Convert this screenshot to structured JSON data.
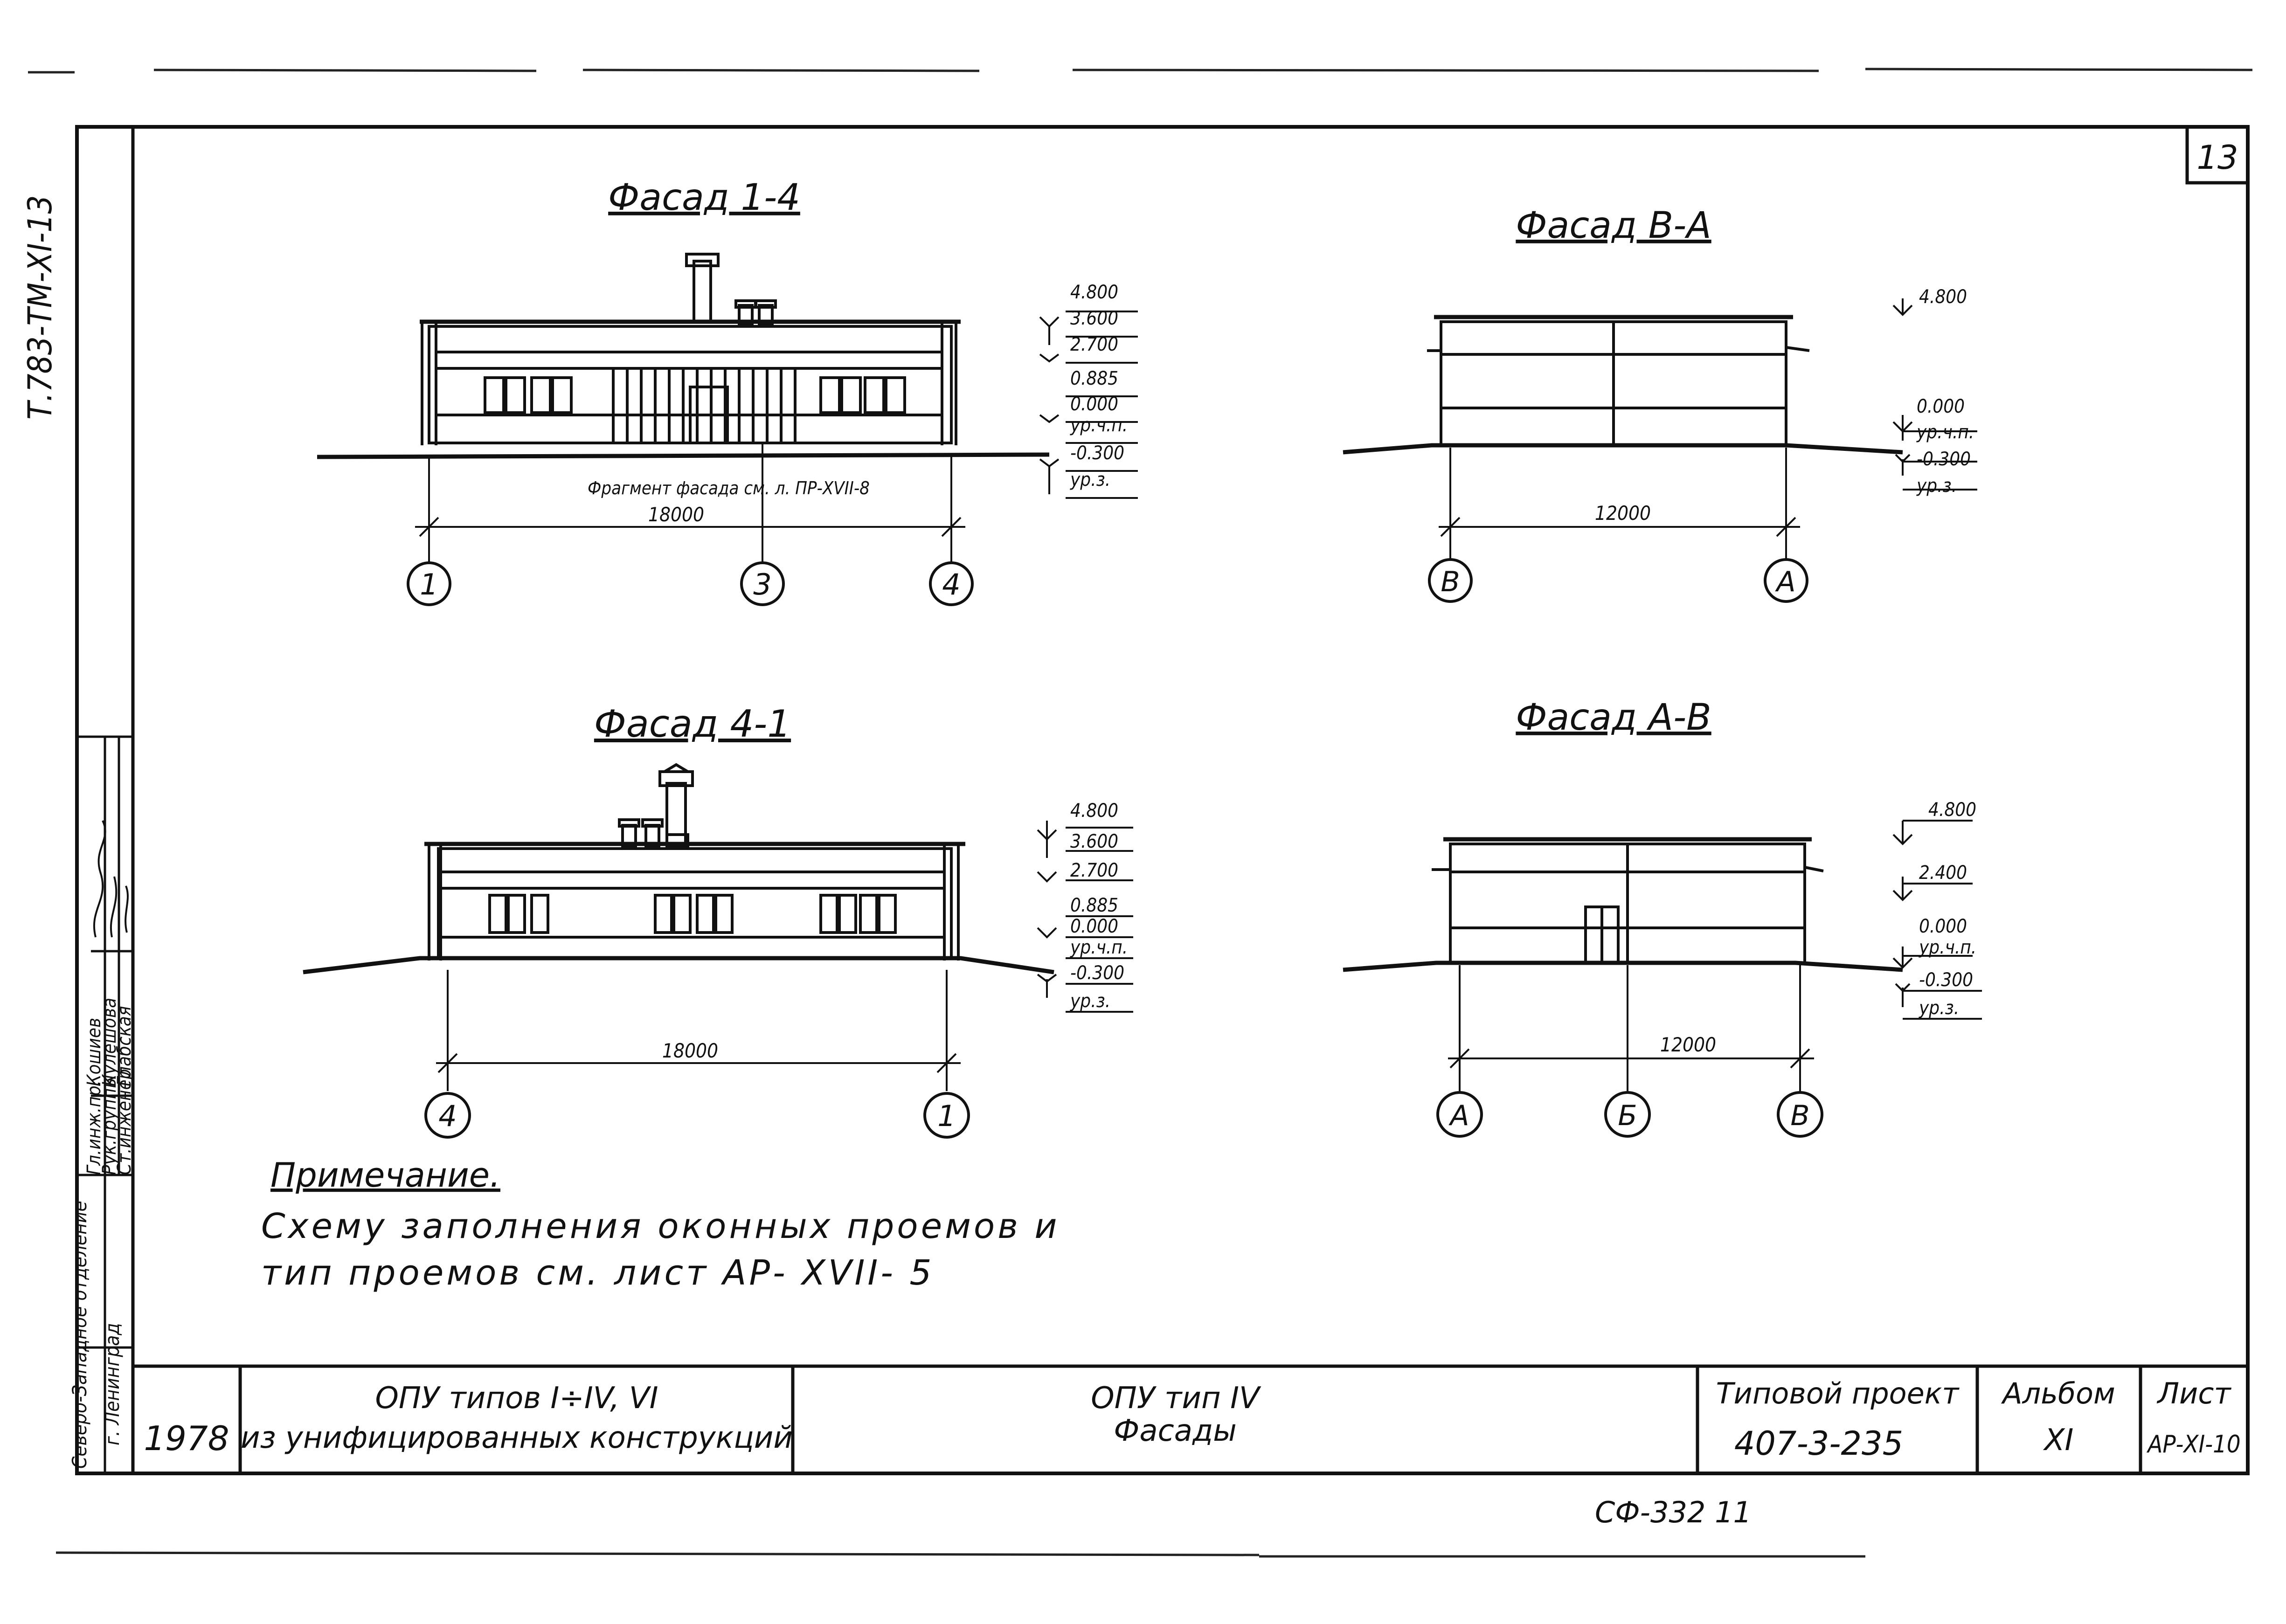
{
  "sheet_number": "13",
  "side_code": "Т.783-ТМ-ХI-13",
  "facades": [
    {
      "title": "Фасад 1-4",
      "levels": [
        "4.800",
        "3.600",
        "2.700",
        "0.885",
        "0.000",
        "ур.ч.п.",
        "-0.300",
        "ур.з."
      ],
      "fragment_note": "Фрагмент фасада см. л. ПР-XVII-8",
      "dimension": "18000",
      "axes": [
        "1",
        "3",
        "4"
      ]
    },
    {
      "title": "Фасад В-А",
      "levels": [
        "4.800",
        "0.000",
        "ур.ч.п.",
        "-0.300",
        "ур.з."
      ],
      "dimension": "12000",
      "axes": [
        "В",
        "А"
      ]
    },
    {
      "title": "Фасад 4-1",
      "levels": [
        "4.800",
        "3.600",
        "2.700",
        "0.885",
        "0.000",
        "ур.ч.п.",
        "-0.300",
        "ур.з."
      ],
      "dimension": "18000",
      "axes": [
        "4",
        "1"
      ]
    },
    {
      "title": "Фасад А-В",
      "levels": [
        "4.800",
        "2.400",
        "0.000",
        "ур.ч.п.",
        "-0.300",
        "ур.з."
      ],
      "dimension": "12000",
      "axes": [
        "А",
        "Б",
        "В"
      ]
    }
  ],
  "note": {
    "heading": "Примечание.",
    "line1": "Схему заполнения оконных проемов и",
    "line2": "тип проемов см. лист  АР- XVII- 5"
  },
  "stamp": {
    "roles": [
      "Гл.инж.пр.",
      "Рук.группы",
      "Ст.инженер"
    ],
    "names": [
      "Кошиев",
      "Кулешова",
      "Глабская"
    ],
    "org": "Северо-Западное отделение",
    "city": "г. Ленинград",
    "year": "1978",
    "series_line1": "ОПУ типов I÷IV, VI",
    "series_line2": "из унифицированных конструкций",
    "title_line1": "ОПУ тип IV",
    "title_line2": "Фасады",
    "project_label": "Типовой проект",
    "project_number": "407-3-235",
    "album_label": "Альбом",
    "album_value": "XI",
    "sheet_label": "Лист",
    "sheet_value": "АР-XI-10"
  },
  "footer_code": "СФ-332 11"
}
